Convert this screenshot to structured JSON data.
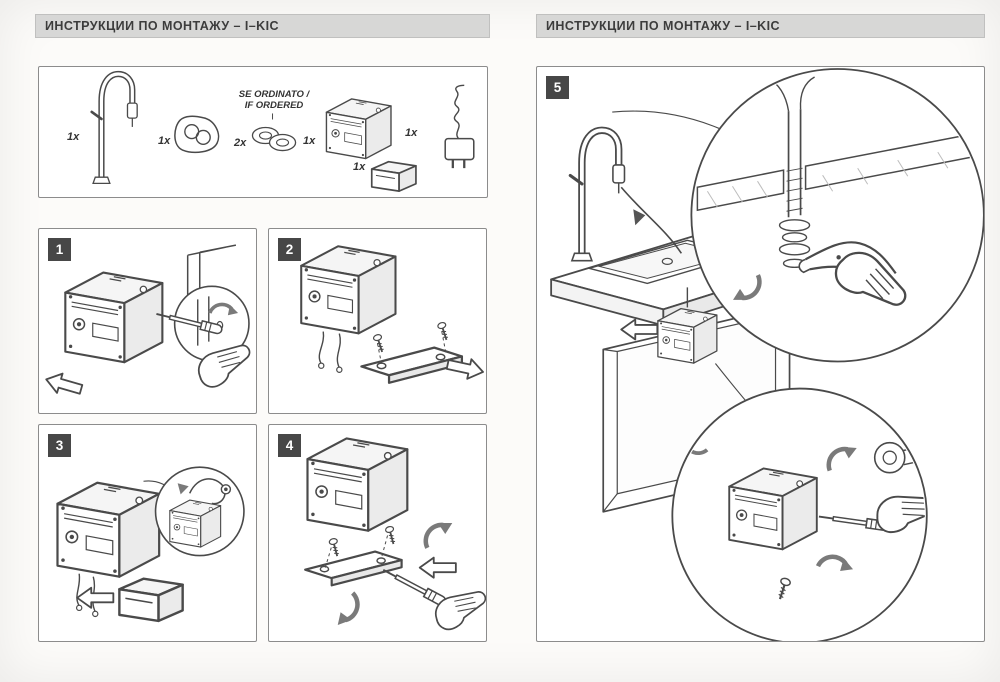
{
  "header": {
    "left": "ИНСТРУКЦИИ ПО МОНТАЖУ – I–KIC",
    "right": "ИНСТРУКЦИИ ПО МОНТАЖУ – I–KIC"
  },
  "parts": {
    "note": {
      "line1": "SE ORDINATO /",
      "line2": "IF ORDERED"
    },
    "items": [
      {
        "qty": "1x",
        "name": "faucet"
      },
      {
        "qty": "1x",
        "name": "washer-kit"
      },
      {
        "qty": "2x",
        "name": "if-ordered-washers"
      },
      {
        "qty": "1x",
        "name": "control-box"
      },
      {
        "qty": "1x",
        "name": "battery-holder"
      },
      {
        "qty": "1x",
        "name": "power-adapter"
      }
    ]
  },
  "steps": [
    "1",
    "2",
    "3",
    "4",
    "5"
  ],
  "colors": {
    "header_bg": "#d7d7d6",
    "line": "#4a4a4a",
    "badge_bg": "#474747",
    "arrow_gray": "#7a7a7a"
  }
}
